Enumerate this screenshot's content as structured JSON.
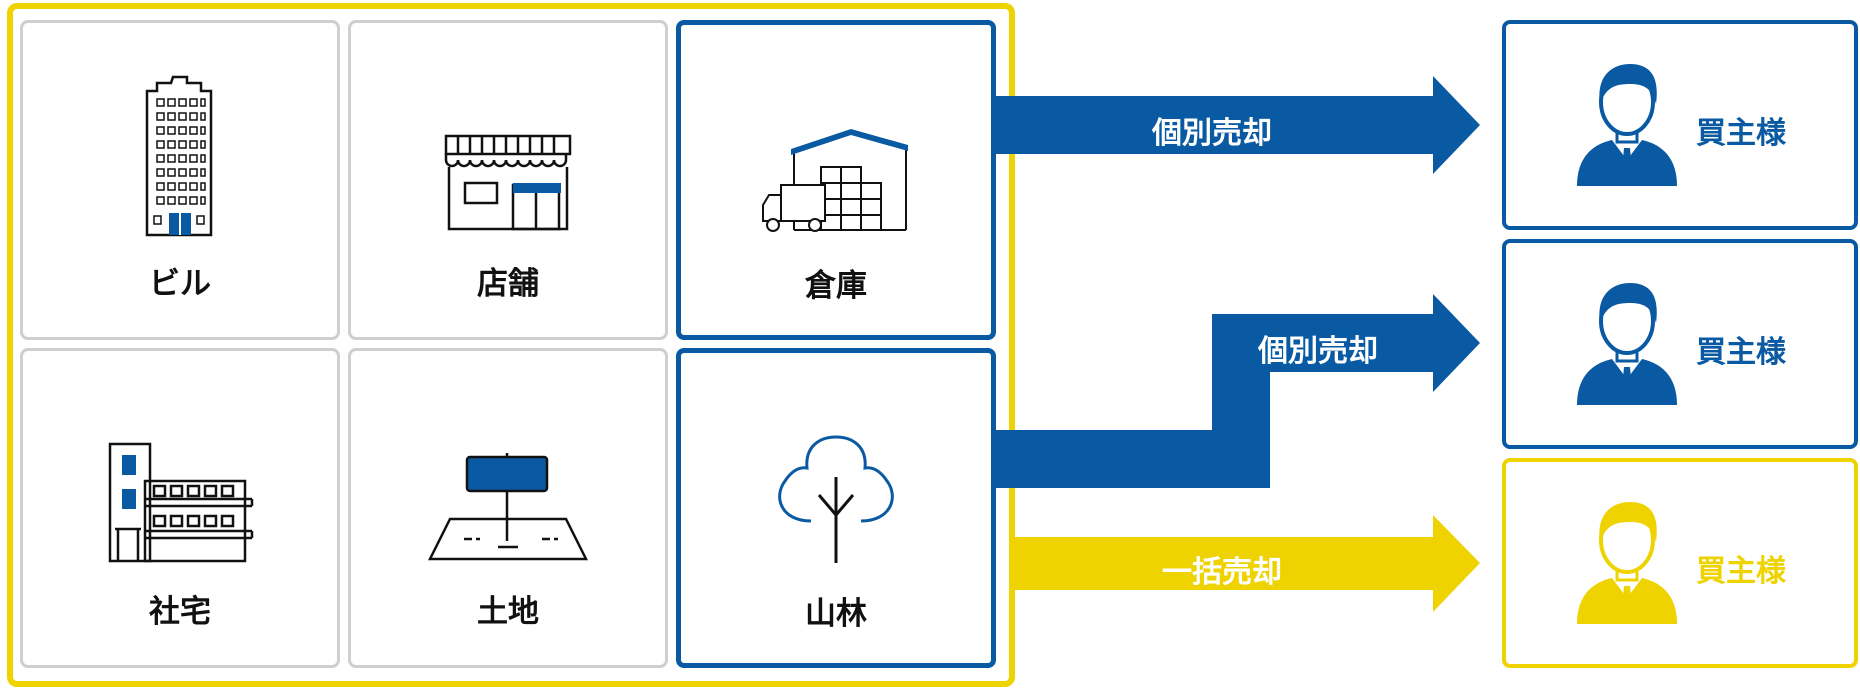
{
  "properties": [
    {
      "label": "ビル",
      "icon": "office-building-icon"
    },
    {
      "label": "店舗",
      "icon": "storefront-icon"
    },
    {
      "label": "倉庫",
      "icon": "warehouse-truck-icon"
    },
    {
      "label": "社宅",
      "icon": "company-housing-icon"
    },
    {
      "label": "土地",
      "icon": "land-plot-sign-icon"
    },
    {
      "label": "山林",
      "icon": "tree-icon"
    }
  ],
  "flows": [
    {
      "label": "個別売却",
      "color": "#0a5aa3"
    },
    {
      "label": "個別売却",
      "color": "#0a5aa3"
    },
    {
      "label": "一括売却",
      "color": "#efd300"
    }
  ],
  "buyers": [
    {
      "label": "買主様",
      "color": "#0a5aa3",
      "icon": "buyer-person-icon"
    },
    {
      "label": "買主様",
      "color": "#0a5aa3",
      "icon": "buyer-person-icon"
    },
    {
      "label": "買主様",
      "color": "#efd300",
      "icon": "buyer-person-icon"
    }
  ],
  "colors": {
    "blue": "#0a5aa3",
    "yellow": "#efd300",
    "grey": "#cfcfcf"
  }
}
